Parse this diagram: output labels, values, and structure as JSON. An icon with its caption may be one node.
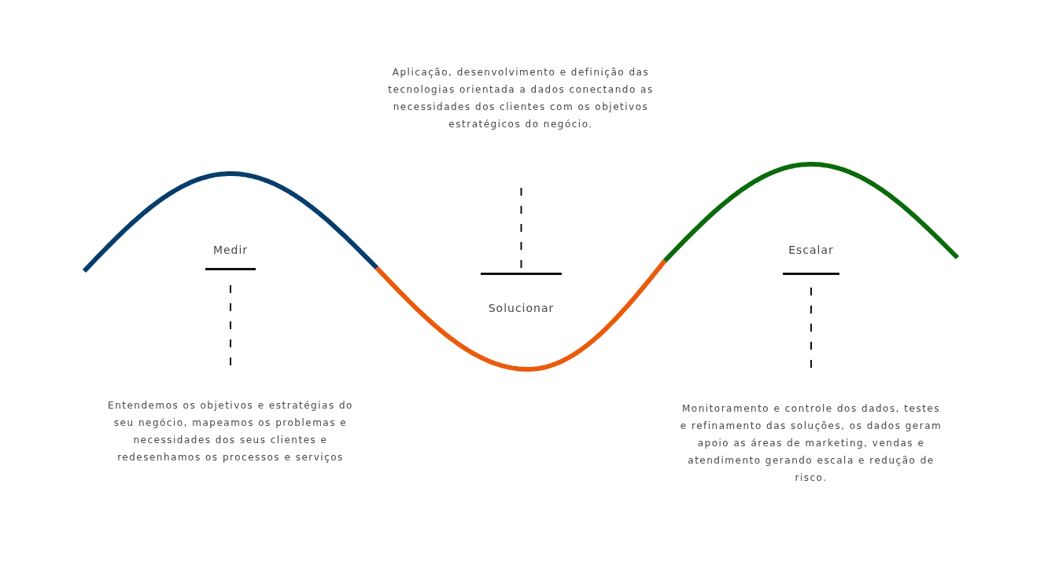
{
  "diagram": {
    "nodes": [
      {
        "text": [
          "Aplicação, desenvolvimento e definição das tecnologias orientada a dados conectando as necessidades dos clientes com os objetivos estratégicos do negócio."
        ]
      },
      {
        "text": [
          "Medir"
        ]
      },
      {
        "text": [
          "Solucionar"
        ]
      },
      {
        "text": [
          "Escalar"
        ]
      },
      {
        "text": [
          "Entendemos os objetivos e estratégias do seu negócio, mapeamos os problemas e necessidades dos seus clientes e redesenhamos os processos e serviços"
        ]
      },
      {
        "text": [
          "Monitoramento e controle dos dados, testes e refinamento das soluções, os dados geram apoio as áreas de marketing, vendas e atendimento gerando escala e redução de risco."
        ]
      }
    ],
    "edges": [
      {
        "from": 1,
        "to": 4,
        "arrow": "none",
        "style": "dashed"
      },
      {
        "from": 2,
        "to": 0,
        "arrow": "none",
        "style": "dashed"
      },
      {
        "from": 3,
        "to": 5,
        "arrow": "none",
        "style": "dashed"
      }
    ]
  }
}
